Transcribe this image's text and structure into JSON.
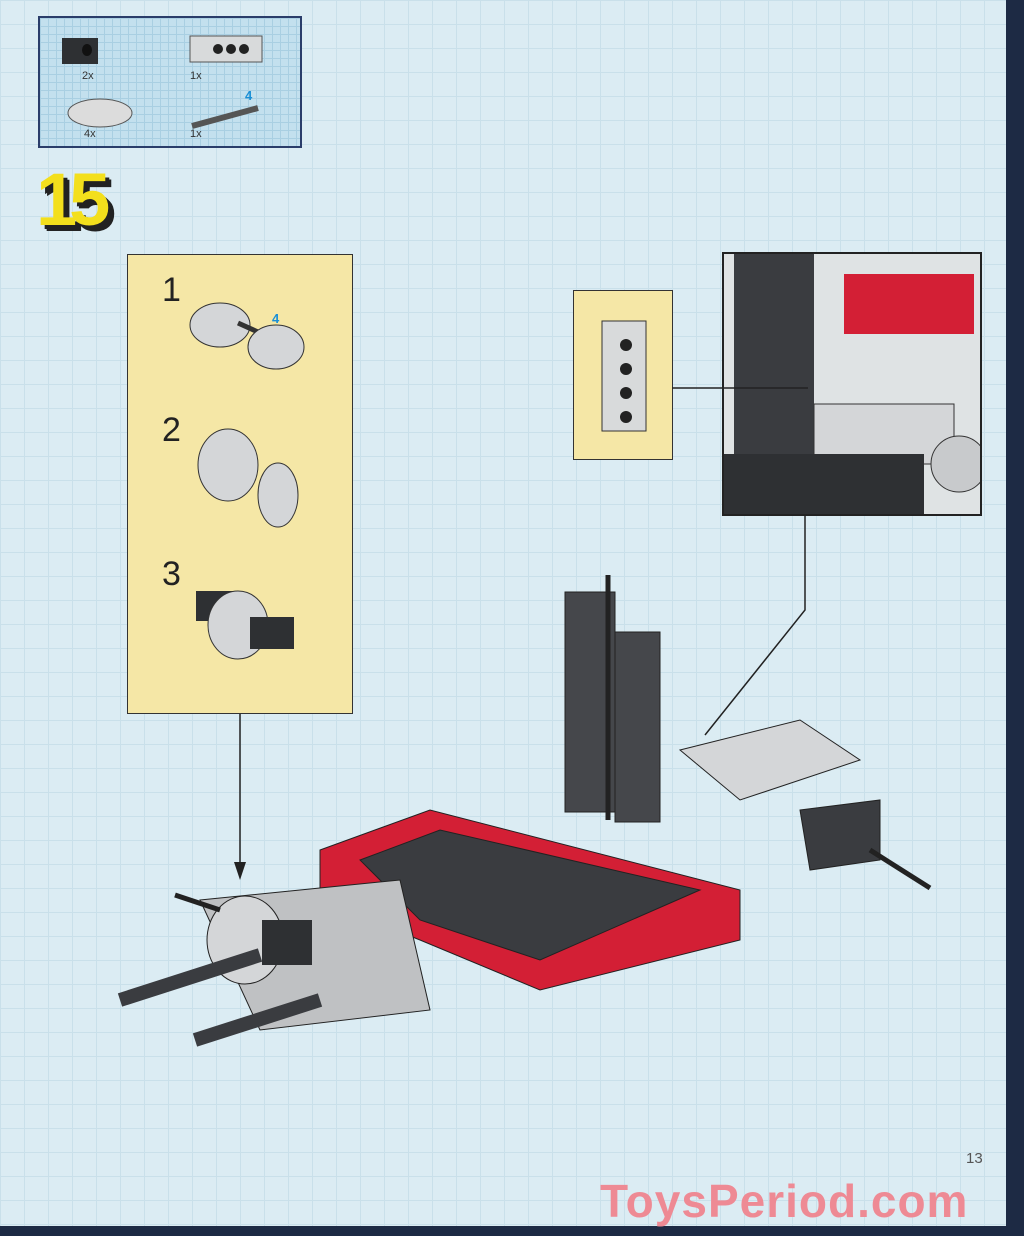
{
  "parts_list": [
    {
      "name": "black-technic-brick-1x2",
      "qty": "2x"
    },
    {
      "name": "gray-technic-brick-1x4",
      "qty": "1x"
    },
    {
      "name": "gray-wedge-belt-wheel",
      "qty": "4x"
    },
    {
      "name": "axle",
      "qty": "1x",
      "length": "4"
    }
  ],
  "step_number": "15",
  "substeps": [
    {
      "number": "1",
      "axle_length": "4"
    },
    {
      "number": "2"
    },
    {
      "number": "3"
    }
  ],
  "page_number": "13",
  "watermark": "ToysPeriod.com",
  "colors": {
    "background": "#dbecf3",
    "step_yellow": "#f3df1c",
    "panel_yellow": "#f5e7a6",
    "frame_red": "#d31f35",
    "brick_dark": "#3a3c40"
  }
}
